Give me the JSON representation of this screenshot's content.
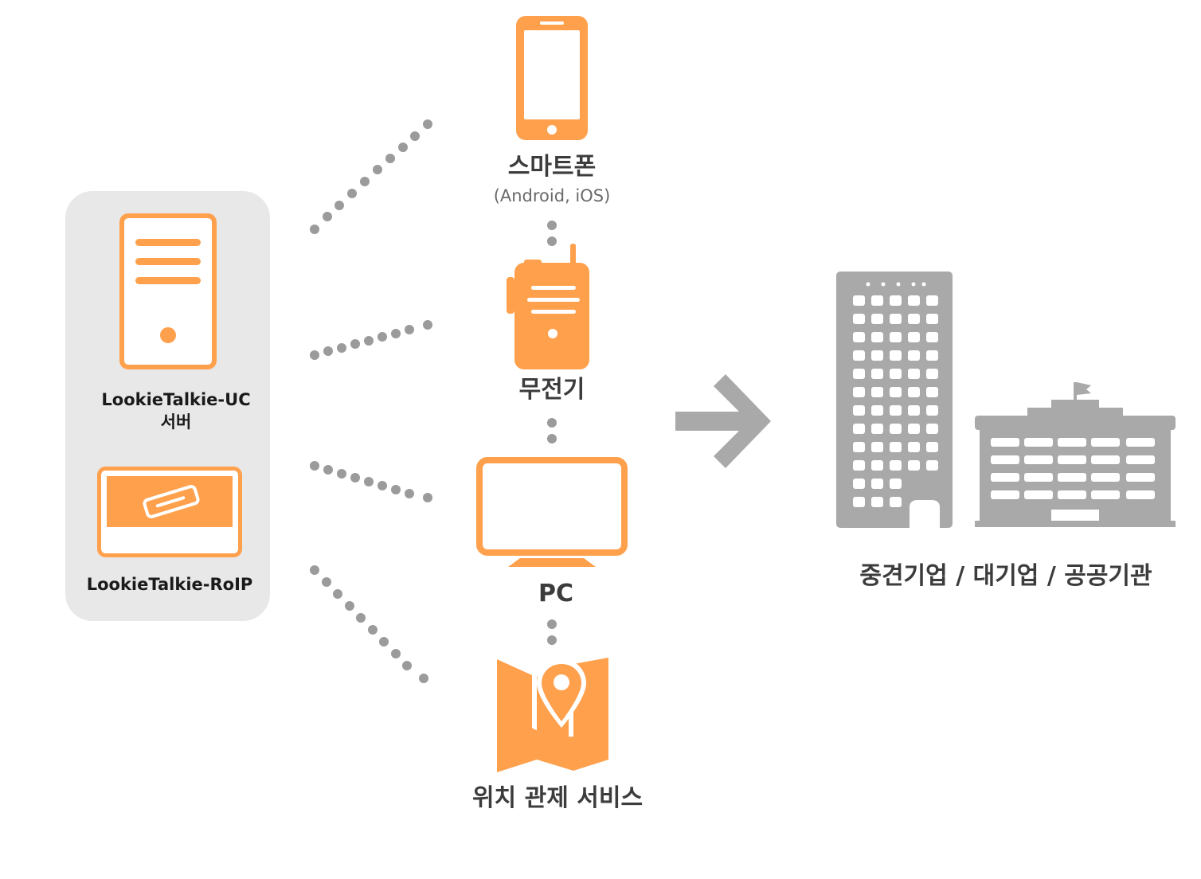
{
  "server": {
    "uc_label_line1": "LookieTalkie-UC",
    "uc_label_line2": "서버",
    "roip_label": "LookieTalkie-RoIP"
  },
  "devices": {
    "smartphone": {
      "label": "스마트폰",
      "sublabel": "(Android, iOS)"
    },
    "radio": {
      "label": "무전기"
    },
    "pc": {
      "label": "PC"
    },
    "location": {
      "label": "위치 관제 서비스"
    }
  },
  "target": {
    "label": "중견기업 / 대기업 / 공공기관"
  },
  "colors": {
    "accent": "#ffa04d",
    "gray_icon": "#a9a9a9",
    "dots": "#9b9b9b",
    "panel_bg": "#e8e8e8"
  }
}
